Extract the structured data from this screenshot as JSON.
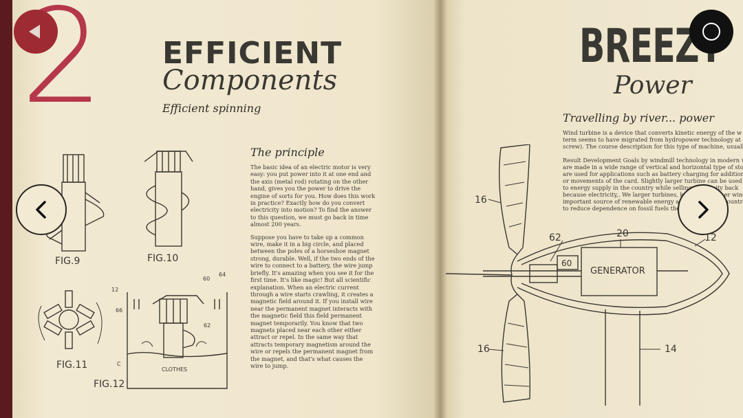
{
  "left_page": {
    "chapter_number": "2",
    "title_line1": "EFFICIENT",
    "title_line2": "Components",
    "subtitle": "Efficient spinning",
    "principle_heading": "The principle",
    "principle_paragraphs": [
      "The basic idea of an electric motor is very easy: you put power into it at one end and the axis (metal rod) rotating on the other hand, gives you the power to drive the engine of sorts for you. How does this work in practice? Exactly how do you convert electricity into motion? To find the answer to this question, we must go back in time almost 200 years.",
      "Suppose you have to take up a common wire, make it in a big circle, and placed between the poles of a horseshoe magnet strong, durable. Well, if the two ends of the wire to connect to a battery, the wire jump briefly. It's amazing when you see it for the first time. It's like magic! But all scientific explanation. When an electric current through a wire starts crawling, it creates a magnetic field around it. If you install wire near the permanent magnet interacts with the magnetic field this field permanent magnet temporarily. You know that two magnets placed near each other either attract or repel. In the same way that attracts temporary magnetism around the wire or repels the permanent magnet from the magnet, and that's what causes the wire to jump."
    ],
    "figures": {
      "fig9": "FIG.9",
      "fig10": "FIG.10",
      "fig11": "FIG.11",
      "fig12": "FIG.12",
      "clothes": "CLOTHES",
      "n12": "12",
      "n60": "60",
      "n64": "64",
      "n66": "66",
      "n62": "62",
      "c": "C"
    }
  },
  "right_page": {
    "title_line1": "BREEZY",
    "title_line2": "Power",
    "section_heading": "Travelling by river... power",
    "paragraphs": [
      [
        "Wind turbine is a device that converts kinetic energy of the w",
        "term seems to have migrated from hydropower technology at r",
        "screw). The course description for this type of machine, usually g"
      ],
      [
        "Result Development Goals by windmill technology in modern w",
        "are made in a wide range of vertical and horizontal type of stone",
        "are used for applications such as battery charging for additional",
        "or movements of the card. Slightly larger turbine can be used for",
        "to energy supply in the country while selling electricity back",
        "because electricity,. We larger turbines, known as Farmer wind",
        "important source of renewable energy and today many countrie",
        "to reduce dependence on fossil fuels the"
      ]
    ],
    "diagram": {
      "generator": "GENERATOR",
      "n16a": "16",
      "n16b": "16",
      "n62": "62",
      "n60": "60",
      "n20": "20",
      "n12": "12",
      "n14": "14"
    }
  },
  "controls": {
    "back_icon": "back-triangle-icon",
    "prev_icon": "chevron-left-icon",
    "next_icon": "chevron-right-icon",
    "record_icon": "record-circle-icon"
  },
  "colors": {
    "accent_red": "#b5374a",
    "book_cover": "#5a1a1e",
    "paper": "#efe6cc",
    "ink": "#3a3833"
  }
}
